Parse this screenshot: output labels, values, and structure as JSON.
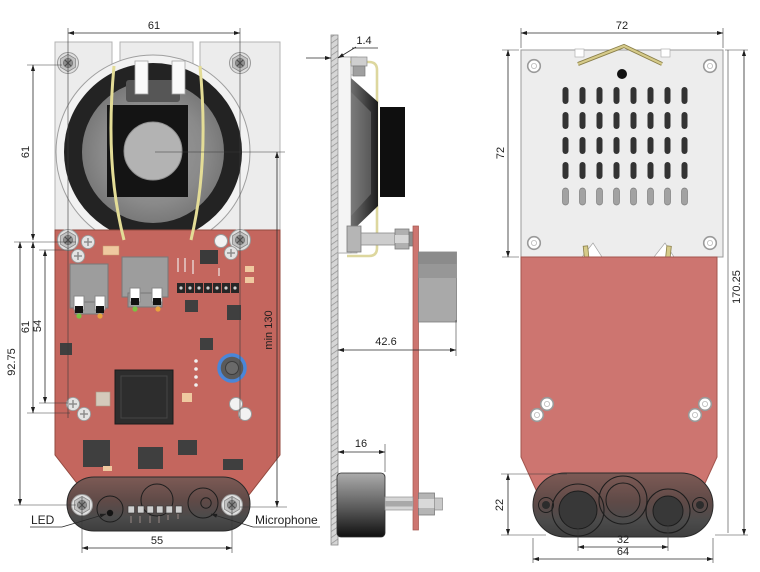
{
  "front_view": {
    "dims": {
      "top_width": "61",
      "speaker_center": "61",
      "mount_span": "92.75",
      "hole_span": "61",
      "inner_hole_span": "54",
      "min_height": "min 130",
      "bottom_width": "55"
    },
    "labels": {
      "led": "LED",
      "microphone": "Microphone"
    }
  },
  "side_view": {
    "dims": {
      "panel_thickness": "1.4",
      "depth": "42.6",
      "mic_module_depth": "16"
    }
  },
  "back_view": {
    "dims": {
      "width": "72",
      "height": "72",
      "overall_height": "170.25",
      "mic_module_height": "22",
      "mic_spacing": "32",
      "mic_module_width": "64"
    }
  },
  "colors": {
    "pcb_front": "#c4665e",
    "pcb_back": "#cd7570",
    "plate": "#ececec",
    "module_dark": "#4a4a4a",
    "accent_blue": "#4a86d8",
    "wire_yellow": "#e3dc96"
  }
}
